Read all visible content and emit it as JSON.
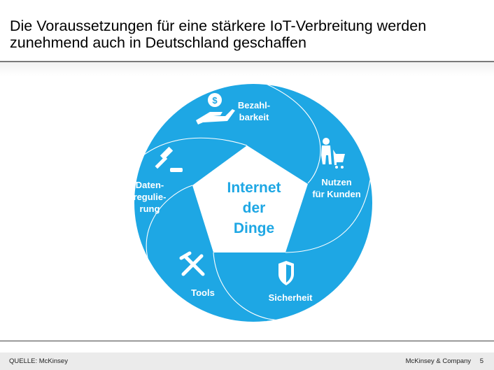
{
  "header": {
    "title_line1": "Die Voraussetzungen für eine stärkere IoT-Verbreitung werden",
    "title_line2": "zunehmend auch in Deutschland geschaffen"
  },
  "diagram": {
    "center": {
      "line1": "Internet",
      "line2": "der",
      "line3": "Dinge"
    },
    "segments": [
      {
        "line1": "Bezahl-",
        "line2": "barkeit",
        "icon": "hand-coin-icon"
      },
      {
        "line1": "Nutzen",
        "line2": "für Kunden",
        "icon": "shopper-cart-icon"
      },
      {
        "line1": "Sicherheit",
        "icon": "shield-icon"
      },
      {
        "line1": "Tools",
        "icon": "hammer-wrench-icon"
      },
      {
        "line1": "Daten-",
        "line2": "regulie-",
        "line3": "rung",
        "icon": "gavel-icon"
      }
    ],
    "colors": {
      "accent": "#1ea7e4",
      "text_on_accent": "#ffffff"
    }
  },
  "footer": {
    "source": "QUELLE: McKinsey",
    "company": "McKinsey & Company",
    "page": "5"
  }
}
